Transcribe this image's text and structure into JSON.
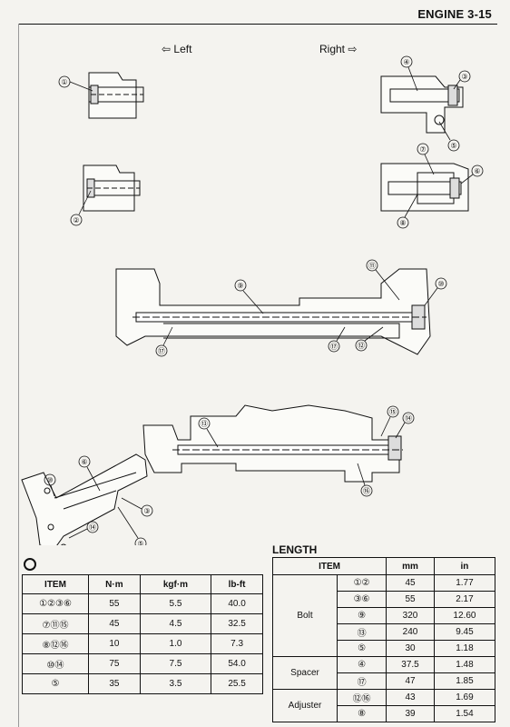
{
  "header": {
    "title": "ENGINE  3-15"
  },
  "directions": {
    "left": "⇦  Left",
    "right": "Right  ⇨"
  },
  "callouts": [
    "①",
    "②",
    "③",
    "④",
    "⑤",
    "⑥",
    "⑦",
    "⑧",
    "⑨",
    "⑩",
    "⑪",
    "⑫",
    "⑬",
    "⑭",
    "⑮",
    "⑯",
    "⑰"
  ],
  "torque_table": {
    "headers": [
      "ITEM",
      "N·m",
      "kgf·m",
      "lb-ft"
    ],
    "rows": [
      [
        "①②③⑥",
        "55",
        "5.5",
        "40.0"
      ],
      [
        "⑦⑪⑮",
        "45",
        "4.5",
        "32.5"
      ],
      [
        "⑧⑫⑯",
        "10",
        "1.0",
        "7.3"
      ],
      [
        "⑩⑭",
        "75",
        "7.5",
        "54.0"
      ],
      [
        "⑤",
        "35",
        "3.5",
        "25.5"
      ]
    ]
  },
  "length_table": {
    "title": "LENGTH",
    "headers": [
      "ITEM",
      "mm",
      "in"
    ],
    "groups": [
      {
        "name": "Bolt",
        "rows": [
          [
            "①②",
            "45",
            "1.77"
          ],
          [
            "③⑥",
            "55",
            "2.17"
          ],
          [
            "⑨",
            "320",
            "12.60"
          ],
          [
            "⑬",
            "240",
            "9.45"
          ],
          [
            "⑤",
            "30",
            "1.18"
          ]
        ]
      },
      {
        "name": "Spacer",
        "rows": [
          [
            "④",
            "37.5",
            "1.48"
          ],
          [
            "⑰",
            "47",
            "1.85"
          ]
        ]
      },
      {
        "name": "Adjuster",
        "rows": [
          [
            "⑫⑯",
            "43",
            "1.69"
          ],
          [
            "⑧",
            "39",
            "1.54"
          ]
        ]
      }
    ]
  }
}
